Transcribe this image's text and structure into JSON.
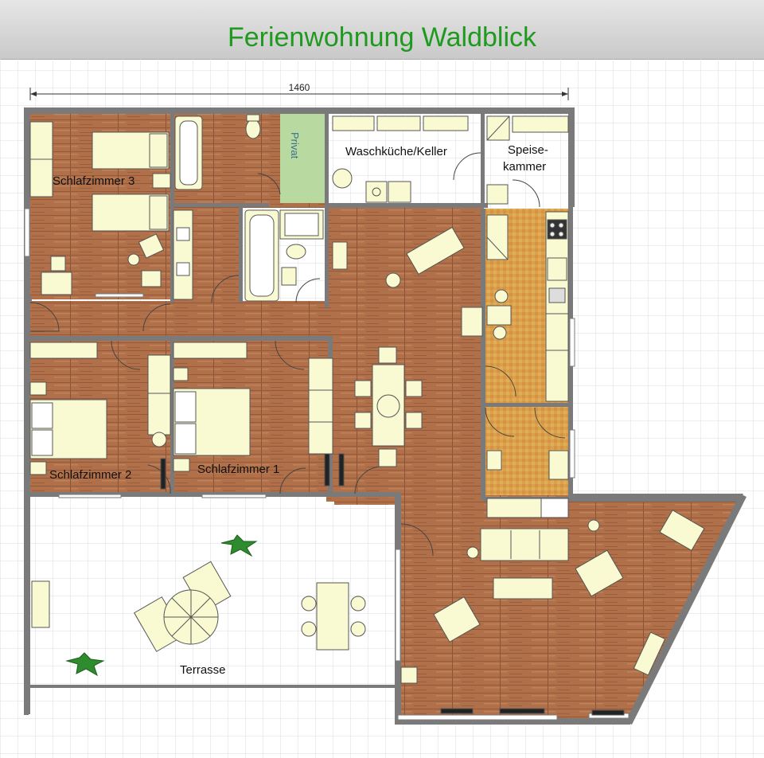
{
  "title": "Ferienwohnung Waldblick",
  "dimension_label": "1460",
  "rooms": {
    "schlafzimmer_3": "Schlafzimmer 3",
    "schlafzimmer_2": "Schlafzimmer 2",
    "schlafzimmer_1": "Schlafzimmer 1",
    "privat": "Privat",
    "waschkueche": "Waschküche/Keller",
    "speise_line1": "Speise-",
    "speise_line2": "kammer",
    "terrasse": "Terrasse"
  },
  "colors": {
    "title_green": "#1e9a1e",
    "wall": "#7a7a7a",
    "wood": "#b0704a",
    "kitchen_floor": "#dba04a",
    "furniture": "#fafad2",
    "privat": "#b8d9a0",
    "plant": "#2e8b2e",
    "grid": "#dcdcdc"
  }
}
